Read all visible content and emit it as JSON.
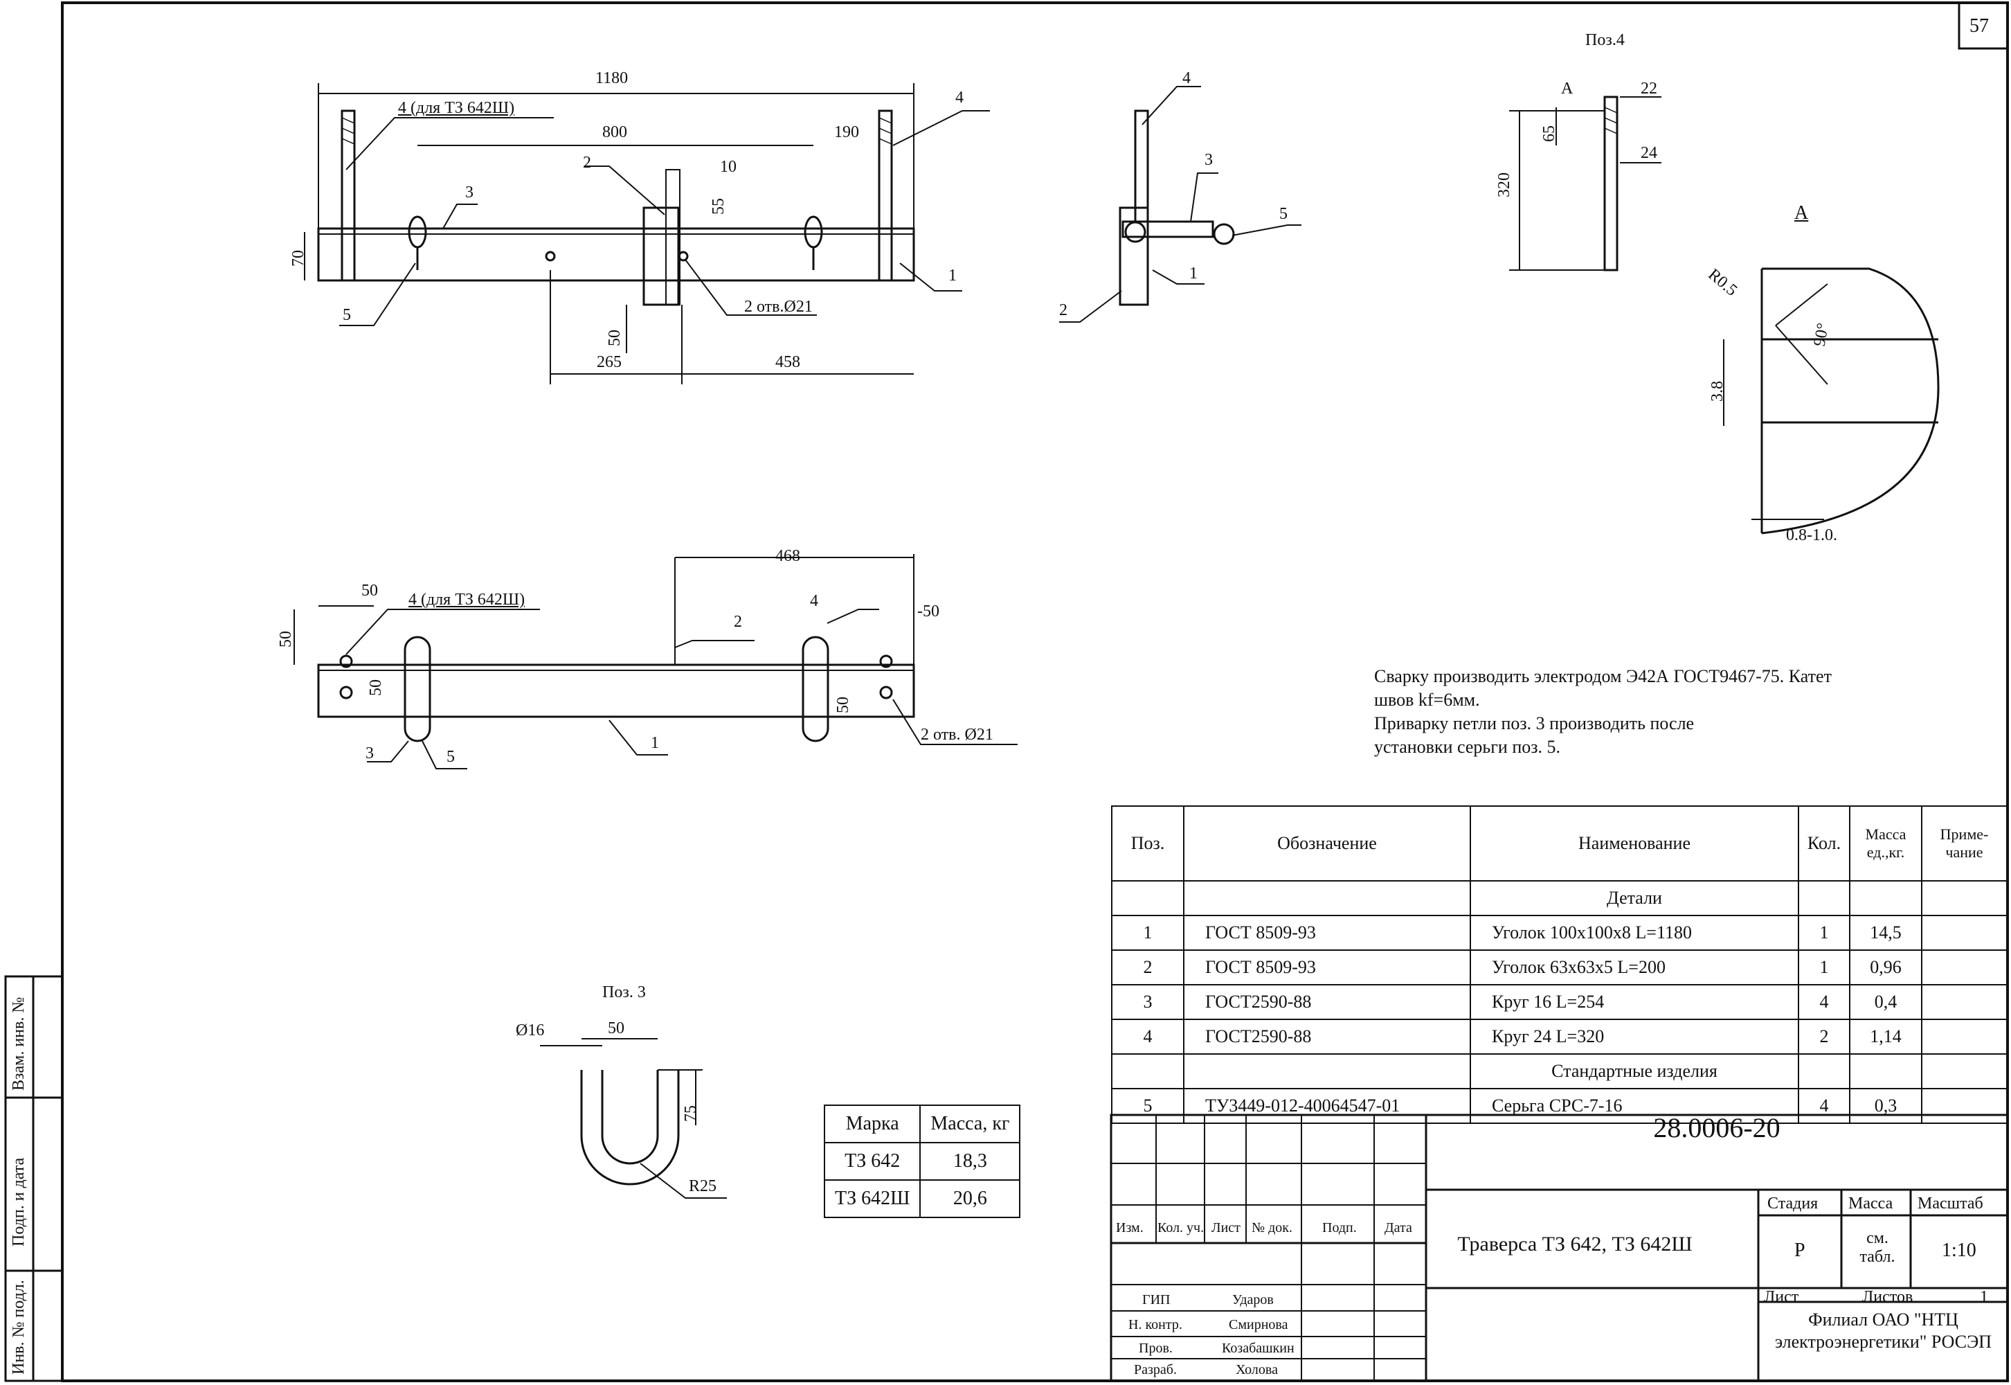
{
  "sheet_number": "57",
  "views": {
    "pos4_title": "Поз.4",
    "pos3_title": "Поз. 3",
    "detail_a": "A"
  },
  "dimensions": {
    "d1180": "1180",
    "d800": "800",
    "d190": "190",
    "d10": "10",
    "d55": "55",
    "d70": "70",
    "d50": "50",
    "d265": "265",
    "d458": "458",
    "d468": "468",
    "d50b": "50",
    "d50c": "50",
    "d50d": "50",
    "d50e": "50",
    "dm50": "-50",
    "d22": "22",
    "d65": "65",
    "d24": "24",
    "d320": "320",
    "r05": "R0.5",
    "a90": "90°",
    "d38": "3.8",
    "d0810": "0.8-1.0.",
    "o16": "Ø16",
    "d50f": "50",
    "d75": "75",
    "r25": "R25"
  },
  "callouts": {
    "c4_top": "4 (для ТЗ 642Ш)",
    "c4_right": "4",
    "c3_top": "3",
    "c2_top": "2",
    "c5_top": "5",
    "c1_top": "1",
    "holes_top": "2 отв.Ø21",
    "c4_side": "4",
    "c3_side": "3",
    "c5_side": "5",
    "c1_side": "1",
    "c2_side": "2",
    "pos4_a": "A",
    "c4_plan": "4 (для ТЗ 642Ш)",
    "c2_plan": "2",
    "c4_plan_r": "4",
    "c1_plan": "1",
    "c3_plan": "3",
    "c5_plan": "5",
    "holes_plan": "2 отв. Ø21"
  },
  "notes": "Сварку производить электродом Э42А ГОСТ9467-75. Катет швов kf=6мм.\nПриварку петли поз. 3 производить после\nустановки серьги поз. 5.",
  "spec_table": {
    "headers": [
      "Поз.",
      "Обозначение",
      "Наименование",
      "Кол.",
      "Масса ед.,кг.",
      "Приме-чание"
    ],
    "section_details": "Детали",
    "section_standard": "Стандартные изделия",
    "rows": [
      [
        "1",
        "ГОСТ 8509-93",
        "Уголок 100х100х8 L=1180",
        "1",
        "14,5",
        ""
      ],
      [
        "2",
        "ГОСТ 8509-93",
        "Уголок 63х63х5 L=200",
        "1",
        "0,96",
        ""
      ],
      [
        "3",
        "ГОСТ2590-88",
        "Круг 16 L=254",
        "4",
        "0,4",
        ""
      ],
      [
        "4",
        "ГОСТ2590-88",
        "Круг 24 L=320",
        "2",
        "1,14",
        ""
      ]
    ],
    "standard_rows": [
      [
        "5",
        "ТУ3449-012-40064547-01",
        "Серьга СРС-7-16",
        "4",
        "0,3",
        ""
      ]
    ]
  },
  "mass_table": {
    "headers": [
      "Марка",
      "Масса, кг"
    ],
    "rows": [
      [
        "ТЗ 642",
        "18,3"
      ],
      [
        "ТЗ 642Ш",
        "20,6"
      ]
    ]
  },
  "title_block": {
    "code": "28.0006-20",
    "name": "Траверса ТЗ 642, ТЗ 642Ш",
    "rev_headers": [
      "Изм.",
      "Кол. уч.",
      "Лист",
      "№ док.",
      "Подп.",
      "Дата"
    ],
    "stage_label": "Стадия",
    "mass_label": "Масса",
    "scale_label": "Масштаб",
    "stage": "Р",
    "mass": "см. табл.",
    "scale": "1:10",
    "sheet_label": "Лист",
    "sheets_label": "Листов",
    "sheets": "1",
    "org": "Филиал ОАО \"НТЦ электроэнергетики\" РОСЭП",
    "people": [
      [
        "ГИП",
        "Ударов"
      ],
      [
        "Н. контр.",
        "Смирнова"
      ],
      [
        "Пров.",
        "Козабашкин"
      ],
      [
        "Разраб.",
        "Холова"
      ]
    ]
  },
  "side_stamp": [
    "Взам. инв. №",
    "Подп. и дата",
    "Инв. № подл."
  ]
}
